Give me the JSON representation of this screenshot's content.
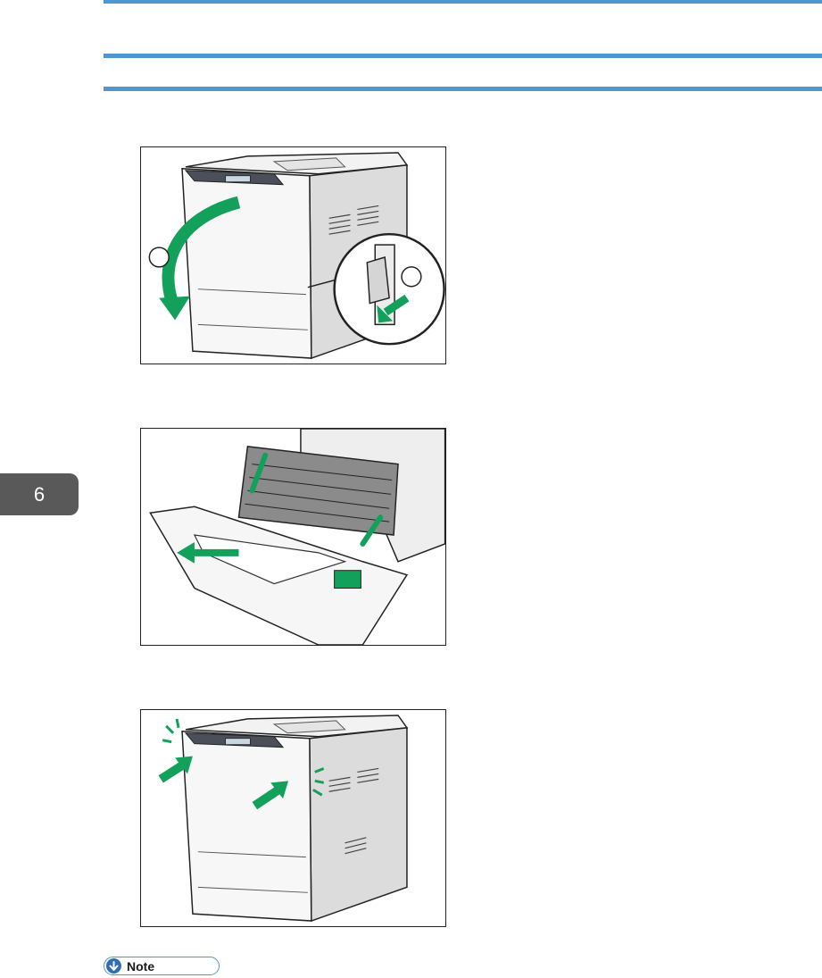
{
  "chapter": {
    "number": "6"
  },
  "note": {
    "label": "Note",
    "icon": "arrow-down-circle-icon"
  },
  "figures": [
    {
      "id": "open-front-cover",
      "callouts": [
        "",
        ""
      ]
    },
    {
      "id": "remove-jammed-paper"
    },
    {
      "id": "close-front-cover"
    }
  ],
  "colors": {
    "accent_rule": "#4f97d3",
    "arrow_green": "#12a05a",
    "tab_gray": "#595959"
  }
}
